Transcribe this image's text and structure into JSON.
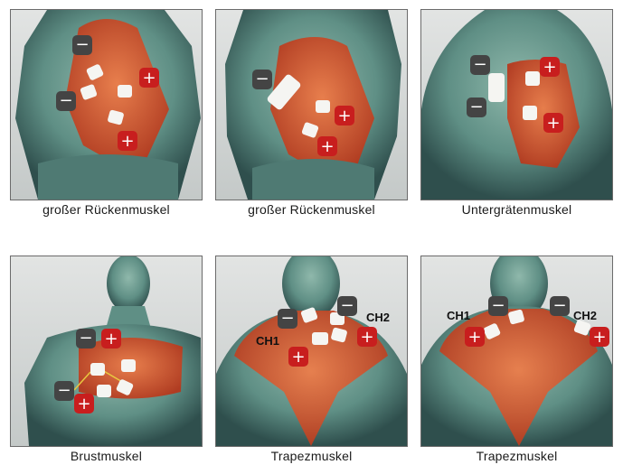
{
  "panels": [
    {
      "caption": "großer Rückenmuskel",
      "view": "back"
    },
    {
      "caption": "großer Rückenmuskel",
      "view": "back"
    },
    {
      "caption": "Untergrätenmuskel",
      "view": "back-shoulder"
    },
    {
      "caption": "Brustmuskel",
      "view": "chest"
    },
    {
      "caption": "Trapezmuskel",
      "view": "neck",
      "labels": {
        "ch1": "CH1",
        "ch2": "CH2"
      }
    },
    {
      "caption": "Trapezmuskel",
      "view": "neck",
      "labels": {
        "ch1": "CH1",
        "ch2": "CH2"
      }
    }
  ],
  "electrode_symbols": {
    "minus": "−",
    "plus": "+"
  },
  "colors": {
    "skin": "#5f8f85",
    "muscle": "#d9532a",
    "electrode_plus": "#c81e1e",
    "electrode_minus": "#444444",
    "pad": "#f5f5f2"
  }
}
